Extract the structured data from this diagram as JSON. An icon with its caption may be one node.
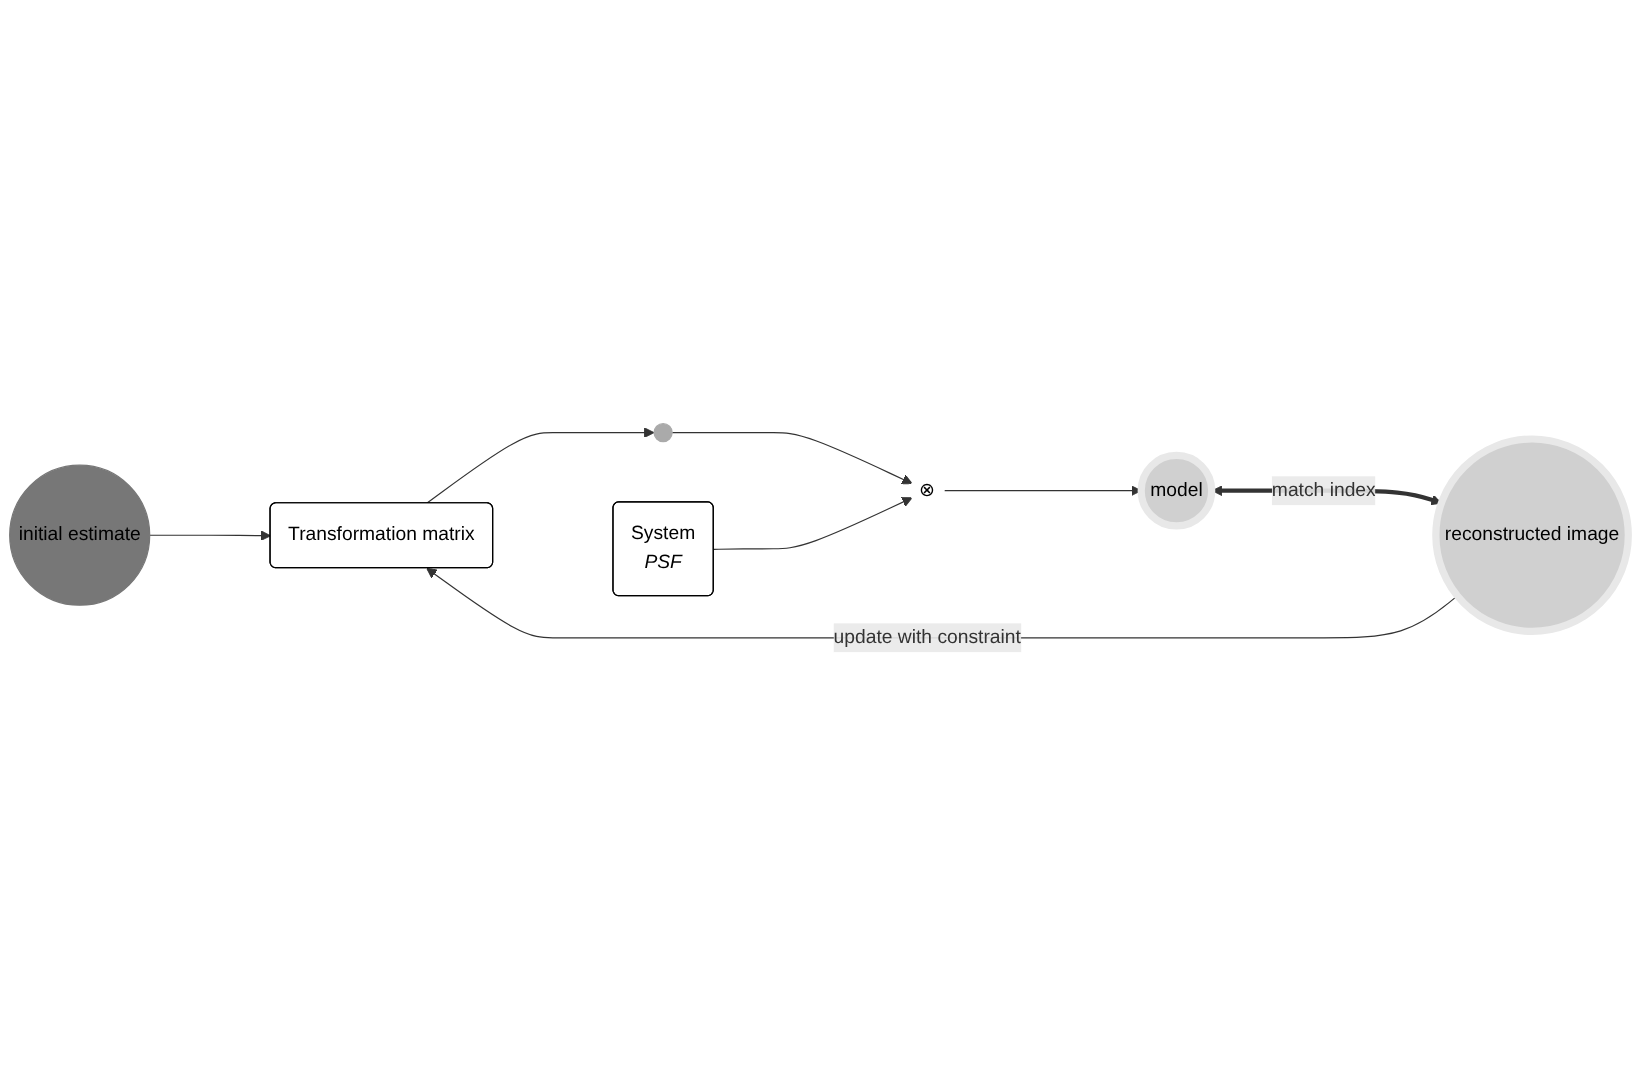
{
  "diagram": {
    "nodes": [
      {
        "text": [
          "initial estimate"
        ]
      },
      {
        "text": [
          "Transformation matrix"
        ]
      },
      {
        "text": [],
        "shape": "circle"
      },
      {
        "text": [
          "System",
          "PSF"
        ]
      },
      {
        "text": [
          "⊗"
        ]
      },
      {
        "text": [
          "model"
        ]
      },
      {
        "text": [
          "reconstructed image"
        ]
      }
    ],
    "edges": [
      {
        "from": 0,
        "to": 1,
        "arrow": "to"
      },
      {
        "from": 1,
        "to": 2,
        "arrow": "to"
      },
      {
        "from": 2,
        "to": 4,
        "arrow": "to"
      },
      {
        "from": 3,
        "to": 4,
        "arrow": "to"
      },
      {
        "from": 4,
        "to": 5,
        "arrow": "to"
      },
      {
        "from": 5,
        "to": 6,
        "arrow": "both",
        "label": "match index",
        "style": "thick"
      },
      {
        "from": 6,
        "to": 1,
        "arrow": "to",
        "label": "update with constraint"
      }
    ]
  }
}
